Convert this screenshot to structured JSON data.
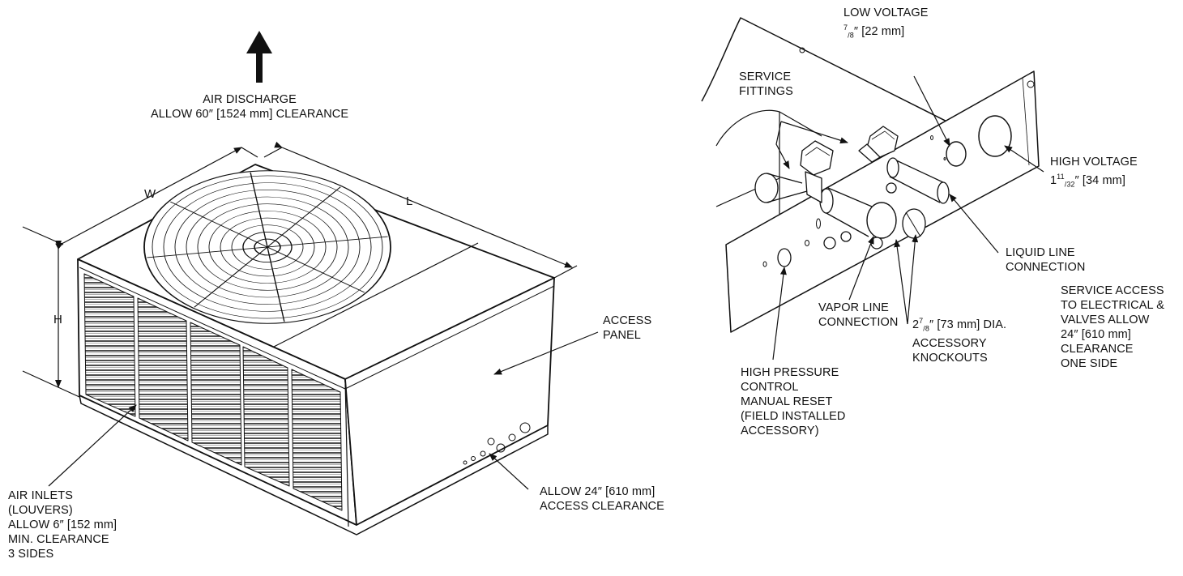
{
  "left_unit": {
    "air_discharge": [
      "AIR DISCHARGE",
      "ALLOW 60″ [1524 mm] CLEARANCE"
    ],
    "dim_w": "W",
    "dim_l": "L",
    "dim_h": "H",
    "access_panel": [
      "ACCESS",
      "PANEL"
    ],
    "air_inlets": [
      "AIR INLETS",
      "(LOUVERS)",
      "ALLOW 6″ [152 mm]",
      "MIN. CLEARANCE",
      "3 SIDES"
    ],
    "access_clearance": [
      "ALLOW 24″ [610 mm]",
      "ACCESS CLEARANCE"
    ]
  },
  "right_detail": {
    "low_voltage": {
      "title": "LOW VOLTAGE",
      "sup": "7",
      "sub": "/8",
      "rest": "″ [22 mm]"
    },
    "service_fittings": [
      "SERVICE",
      "FITTINGS"
    ],
    "high_voltage": {
      "title": "HIGH VOLTAGE",
      "lead": "1",
      "sup": "11",
      "sub": "/32",
      "rest": "″ [34 mm]"
    },
    "liquid_line": [
      "LIQUID LINE",
      "CONNECTION"
    ],
    "service_access": [
      "SERVICE ACCESS",
      "TO ELECTRICAL &",
      "VALVES ALLOW",
      "24″ [610 mm]",
      "CLEARANCE",
      "ONE SIDE"
    ],
    "vapor_line": [
      "VAPOR LINE",
      "CONNECTION"
    ],
    "knockouts": {
      "lead": "2",
      "sup": "7",
      "sub": "/8",
      "rest": "″ [73 mm] DIA.",
      "lines": [
        "ACCESSORY",
        "KNOCKOUTS"
      ]
    },
    "high_pressure": [
      "HIGH PRESSURE",
      "CONTROL",
      "MANUAL RESET",
      "(FIELD INSTALLED",
      "ACCESSORY)"
    ]
  }
}
